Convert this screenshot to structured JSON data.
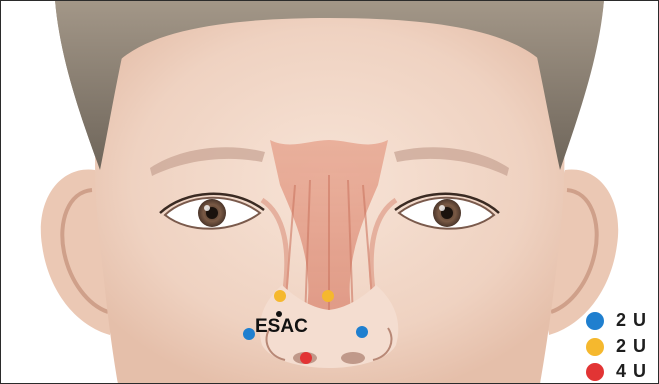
{
  "labels": {
    "esac": "ESAC"
  },
  "legend": [
    {
      "dose": "2 U",
      "color": "#1f7fcf"
    },
    {
      "dose": "2 U",
      "color": "#f5b82e"
    },
    {
      "dose": "4 U",
      "color": "#e23434"
    }
  ],
  "injection_points": [
    {
      "name": "injection-point-blue-left",
      "color": "#1f7fcf"
    },
    {
      "name": "injection-point-blue-right",
      "color": "#1f7fcf"
    },
    {
      "name": "injection-point-yellow-left",
      "color": "#f5b82e"
    },
    {
      "name": "injection-point-yellow-right",
      "color": "#f5b82e"
    },
    {
      "name": "injection-point-red-tip",
      "color": "#e23434"
    },
    {
      "name": "esac-marker",
      "color": "#111111"
    }
  ],
  "colors": {
    "skin": "#f2d7c7",
    "hair": "#8c8276",
    "muscle": "#e7a58f",
    "border": "#2b2b2b"
  }
}
